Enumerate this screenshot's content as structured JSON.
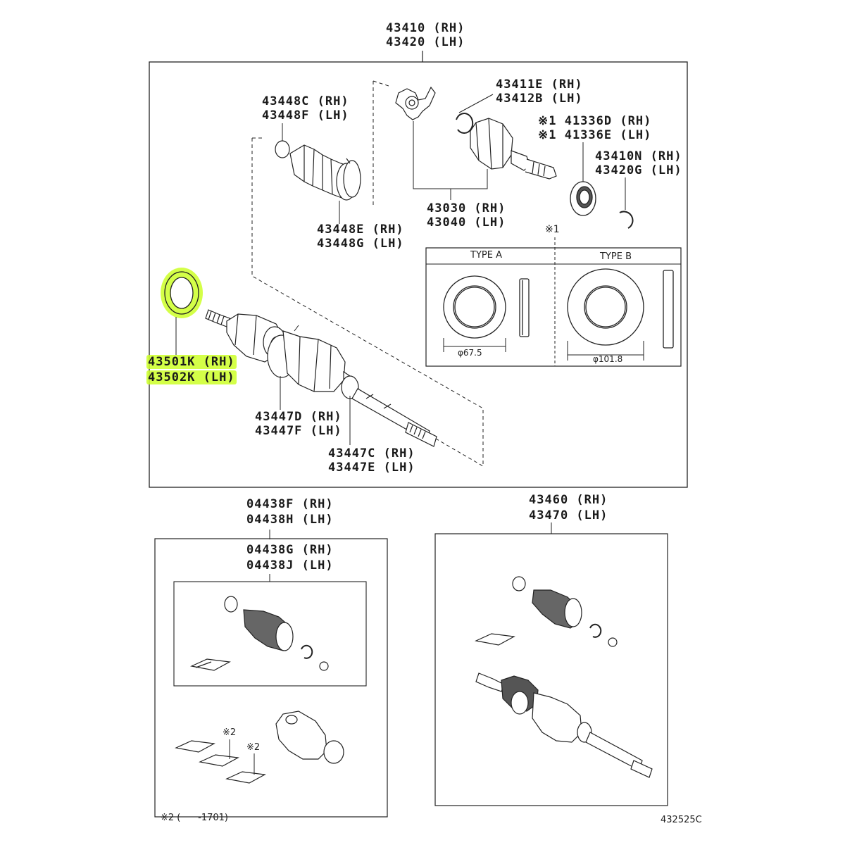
{
  "main": {
    "header": [
      "43410 (RH)",
      "43420 (LH)"
    ],
    "inner_joint_boot_clamp": [
      "43448C (RH)",
      "43448F (LH)"
    ],
    "inner_boot": [
      "43448E (RH)",
      "43448G (LH)"
    ],
    "snap_ring_inner": [
      "43411E (RH)",
      "43412B (LH)"
    ],
    "tripod_joint": [
      "43030 (RH)",
      "43040 (LH)"
    ],
    "sensor_rotor": [
      "※1 41336D (RH)",
      "※1 41336E (LH)"
    ],
    "dust_seal": [
      "43410N (RH)",
      "43420G (LH)"
    ],
    "hub_seal": [
      "43501K (RH)",
      "43502K (LH)"
    ],
    "outer_boot": [
      "43447D (RH)",
      "43447F (LH)"
    ],
    "outer_clamp": [
      "43447C (RH)",
      "43447E (LH)"
    ],
    "note_mark": "※1",
    "type_a_label": "TYPE A",
    "type_b_label": "TYPE B",
    "type_a_dim": "φ67.5",
    "type_b_dim": "φ101.8"
  },
  "boot_kit": {
    "outer_kit": [
      "04438F (RH)",
      "04438H (LH)"
    ],
    "inner_kit": [
      "04438G (RH)",
      "04438J (LH)"
    ],
    "note_mark_a": "※2",
    "note_mark_b": "※2"
  },
  "assembly": {
    "label": [
      "43460 (RH)",
      "43470 (LH)"
    ]
  },
  "footer": {
    "note": "※2 (      -1701)",
    "code": "432525C"
  },
  "colors": {
    "line": "#222222",
    "highlight": "#cdff28",
    "rubber_dark": "#555555"
  }
}
